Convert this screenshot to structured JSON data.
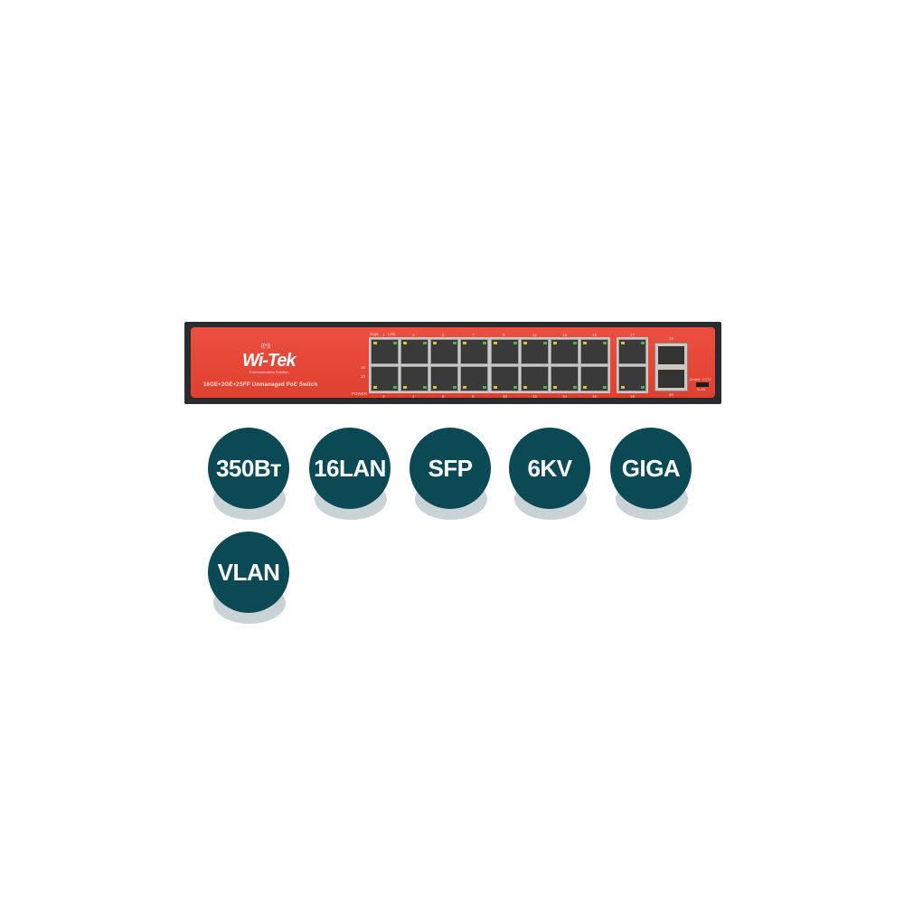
{
  "product": {
    "brand": "Wi-Tek",
    "brand_tagline": "Communication Solution",
    "model_text": "16GE+2GE+2SFP Unmanaged PoE Switch",
    "led_labels": {
      "giga": "Giga",
      "link": "Link",
      "p19": "19",
      "p20": "20",
      "power": "POWER"
    },
    "top_port_labels": [
      "1",
      "3",
      "5",
      "7",
      "9",
      "11",
      "13",
      "15",
      "17"
    ],
    "bottom_port_labels": [
      "2",
      "4",
      "6",
      "8",
      "10",
      "12",
      "14",
      "16",
      "18"
    ],
    "sfp_labels": {
      "top": "19",
      "bottom": "20"
    },
    "switch_labels": {
      "left": "Default",
      "right": "CCTV",
      "bottom": "VLAN"
    },
    "colors": {
      "panel": "#e8463a",
      "frame": "#2a2b2e",
      "led_yellow": "#d8c23a",
      "led_green": "#4caf50"
    }
  },
  "badges": [
    {
      "label": "350Вт"
    },
    {
      "label": "16LAN"
    },
    {
      "label": "SFP"
    },
    {
      "label": "6KV"
    },
    {
      "label": "GIGA"
    },
    {
      "label": "VLAN"
    }
  ],
  "badge_color": "#0b4a55"
}
